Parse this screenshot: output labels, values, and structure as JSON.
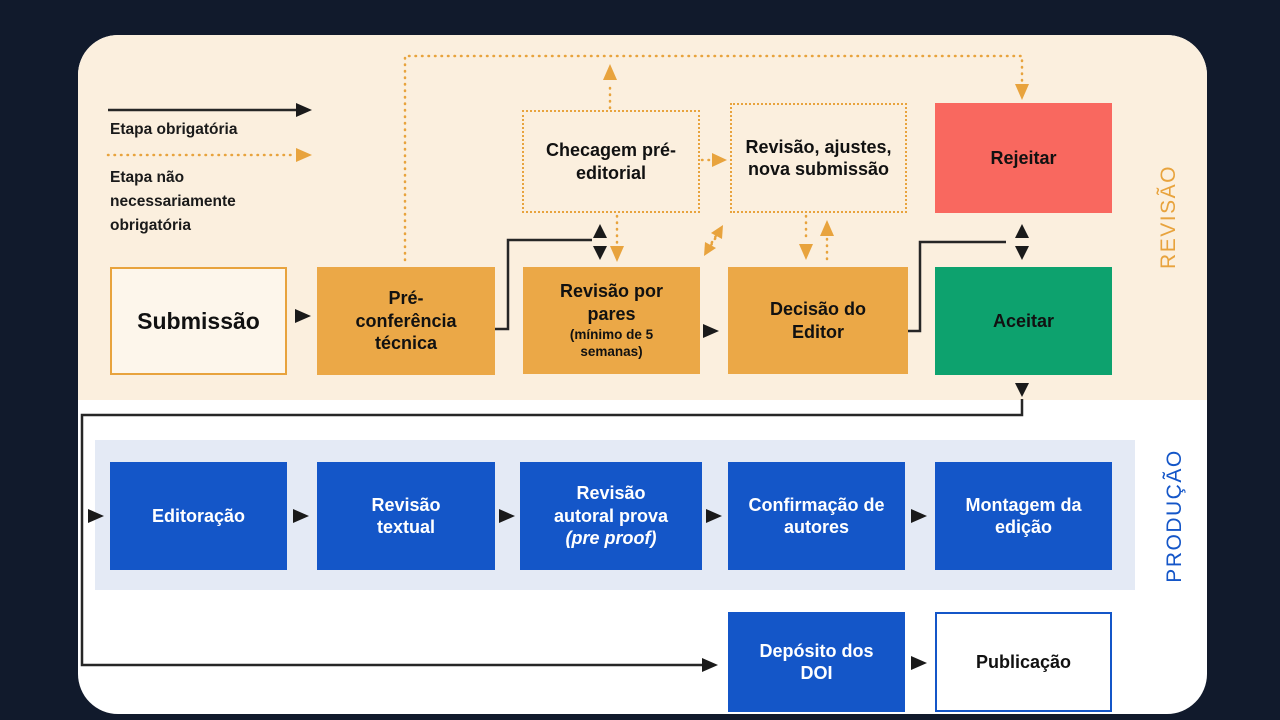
{
  "legend": {
    "solid_label": "Etapa obrigatória",
    "dotted_label": "Etapa não necessariamente obrigatória"
  },
  "section_labels": {
    "review": "REVISÃO",
    "production": "PRODUÇÃO"
  },
  "review": {
    "submission": "Submissão",
    "pre_conference": "Pré-conferência técnica",
    "pre_editorial_check": "Checagem pré-editorial",
    "peer_review": "Revisão por pares",
    "peer_review_note": "(mínimo de 5 semanas)",
    "revision_resubmission": "Revisão, ajustes, nova submissão",
    "editor_decision": "Decisão do Editor",
    "reject": "Rejeitar",
    "accept": "Aceitar"
  },
  "production": {
    "typesetting": "Editoração",
    "text_review": "Revisão textual",
    "author_proof_line1": "Revisão autoral prova",
    "author_proof_line2": "(pre proof)",
    "author_confirmation": "Confirmação de autores",
    "issue_assembly": "Montagem da edição"
  },
  "publication": {
    "doi_deposit": "Depósito dos DOI",
    "publication": "Publicação"
  },
  "colors": {
    "background": "#111A2C",
    "review_band": "#FBEFDE",
    "production_band": "#E4EAF5",
    "orange": "#EBA847",
    "orange_accent": "#E8A33D",
    "red": "#F9685F",
    "green": "#0DA26E",
    "blue": "#1456C8",
    "line": "#262626"
  }
}
